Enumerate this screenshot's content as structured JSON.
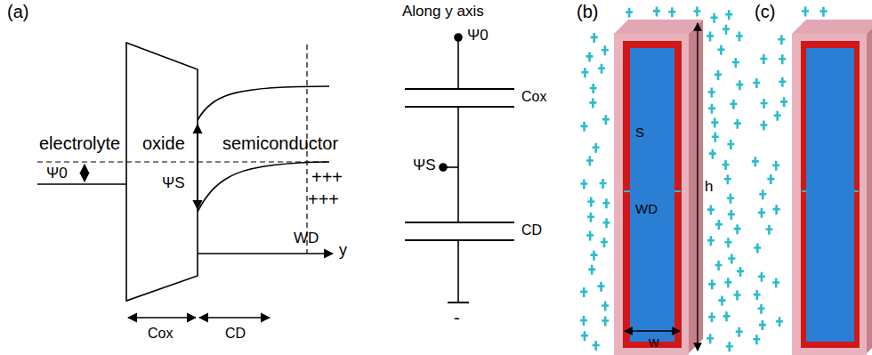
{
  "diagram": {
    "labels": [
      "(a)",
      "electrolyte",
      "oxide",
      "semiconductor",
      "Ψ0",
      "ΨS",
      "+++",
      "+++",
      "WD",
      "y",
      "Cox",
      "CD",
      "Along y axis",
      "Ψ0",
      "Cox",
      "ΨS",
      "CD",
      "-",
      "(b)",
      "S",
      "h",
      "WD",
      "w",
      "(c)"
    ]
  }
}
